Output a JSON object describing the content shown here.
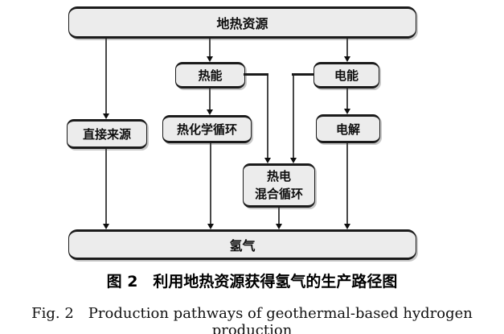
{
  "figure": {
    "nodes": {
      "geothermal": "地热资源",
      "heat_energy": "热能",
      "electric_energy": "电能",
      "direct_source": "直接来源",
      "thermochemical_cycle": "热化学循环",
      "electrolysis": "电解",
      "hybrid_cycle": "热电\n混合循环",
      "hydrogen": "氢气"
    },
    "caption_zh": "图 2　利用地热资源获得氢气的生产路径图",
    "caption_en": "Fig. 2 Production pathways of geothermal-based hydrogen production",
    "colors": {
      "node_fill": "#ececec",
      "node_border": "#1b1b1b",
      "connector_line": "#474747",
      "background": "#ffffff"
    }
  }
}
